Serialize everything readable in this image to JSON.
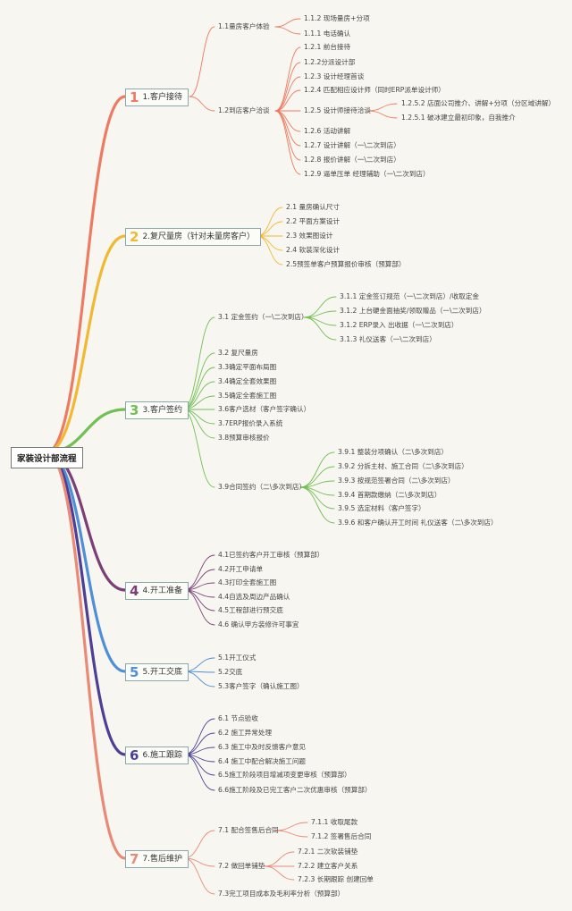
{
  "root": "家装设计部流程",
  "colors": [
    "#ee7b61",
    "#f1b832",
    "#72bf53",
    "#7b3f76",
    "#4f8fd6",
    "#4d3f95",
    "#e98a77"
  ],
  "branches": [
    {
      "num": "1",
      "label": "1.客户接待",
      "children": [
        {
          "label": "1.1量房客户体验",
          "children": [
            {
              "label": "1.1.2 现场量房+分项"
            },
            {
              "label": "1.1.1 电话确认"
            }
          ]
        },
        {
          "label": "1.2到店客户洽谈",
          "children": [
            {
              "label": "1.2.1 前台接待"
            },
            {
              "label": "1.2.2分派设计部"
            },
            {
              "label": "1.2.3 设计经理首谈"
            },
            {
              "label": "1.2.4 匹配相应设计师（同时ERP派单设计师）"
            },
            {
              "label": "1.2.5 设计师接待洽谈",
              "children": [
                {
                  "label": "1.2.5.2 店面公司推介、讲解+分项（分区域讲解）"
                },
                {
                  "label": "1.2.5.1 破冰建立最初印象，自我推介"
                }
              ]
            },
            {
              "label": "1.2.6 活动讲解"
            },
            {
              "label": "1.2.7 设计讲解（一\\二次到店）"
            },
            {
              "label": "1.2.8 报价讲解（一\\二次到店）"
            },
            {
              "label": "1.2.9 逼单压单 经理辅助（一\\二次到店）"
            }
          ]
        }
      ]
    },
    {
      "num": "2",
      "label": "2.复尺量房（针对未量房客户）",
      "children": [
        {
          "label": "2.1 量房确认尺寸"
        },
        {
          "label": "2.2 平面方案设计"
        },
        {
          "label": "2.3 效果图设计"
        },
        {
          "label": "2.4 软装深化设计"
        },
        {
          "label": "2.5预签单客户预算报价审核（预算部）"
        }
      ]
    },
    {
      "num": "3",
      "label": "3.客户签约",
      "children": [
        {
          "label": "3.1 定金签约（一\\二次到店）",
          "children": [
            {
              "label": "3.1.1 定金签订规范（一\\二次到店）/收取定金"
            },
            {
              "label": "3.1.2 上台硬金面抽奖/领取赠品（一\\二次到店）"
            },
            {
              "label": "3.1.2 ERP录入 出收据（一\\二次到店）"
            },
            {
              "label": "3.1.3 礼仪送客（一\\二次到店）"
            }
          ]
        },
        {
          "label": "3.2 复尺量房"
        },
        {
          "label": "3.3确定平面布局图"
        },
        {
          "label": "3.4确定全套效果图"
        },
        {
          "label": "3.5确定全套施工图"
        },
        {
          "label": "3.6客户选材（客户签字确认）"
        },
        {
          "label": "3.7ERP报价录入系统"
        },
        {
          "label": "3.8预算审核报价"
        },
        {
          "label": "3.9合同签约（二\\多次到店）",
          "children": [
            {
              "label": "3.9.1 整装分项确认（二\\多次到店）"
            },
            {
              "label": "3.9.2 分拆主材、施工合同（二\\多次到店）"
            },
            {
              "label": "3.9.3 按规范签署合同（二\\多次到店）"
            },
            {
              "label": "3.9.4 首期款缴纳（二\\多次到店）"
            },
            {
              "label": "3.9.5 选定材料（客户签字）"
            },
            {
              "label": "3.9.6 和客户确认开工时间 礼仪送客（二\\多次到店）"
            }
          ]
        }
      ]
    },
    {
      "num": "4",
      "label": "4.开工准备",
      "children": [
        {
          "label": "4.1已签约客户开工审核（预算部）"
        },
        {
          "label": "4.2开工申请单"
        },
        {
          "label": "4.3打印全套施工图"
        },
        {
          "label": "4.4自选及周边产品确认"
        },
        {
          "label": "4.5工程部进行预交底"
        },
        {
          "label": "4.6 确认甲方装修许可事宜"
        }
      ]
    },
    {
      "num": "5",
      "label": "5.开工交底",
      "children": [
        {
          "label": "5.1开工仪式"
        },
        {
          "label": "5.2交底"
        },
        {
          "label": "5.3客户签字（确认施工图）"
        }
      ]
    },
    {
      "num": "6",
      "label": "6.施工跟踪",
      "children": [
        {
          "label": "6.1 节点验收"
        },
        {
          "label": "6.2 施工异常处理"
        },
        {
          "label": "6.3 施工中及时反馈客户意见"
        },
        {
          "label": "6.4 施工中配合解决施工问题"
        },
        {
          "label": "6.5施工阶段项目增减项变更审核（预算部）"
        },
        {
          "label": "6.6施工阶段及已完工客户二次优惠审核（预算部）"
        }
      ]
    },
    {
      "num": "7",
      "label": "7.售后维护",
      "children": [
        {
          "label": "7.1 配合签售后合同",
          "children": [
            {
              "label": "7.1.1 收取尾款"
            },
            {
              "label": "7.1.2 签署售后合同"
            }
          ]
        },
        {
          "label": "7.2 做回单铺垫",
          "children": [
            {
              "label": "7.2.1 二次软装铺垫"
            },
            {
              "label": "7.2.2 建立客户关系"
            },
            {
              "label": "7.2.3 长期跟踪 创建回单"
            }
          ]
        },
        {
          "label": "7.3完工项目成本及毛利率分析（预算部）"
        }
      ]
    }
  ]
}
